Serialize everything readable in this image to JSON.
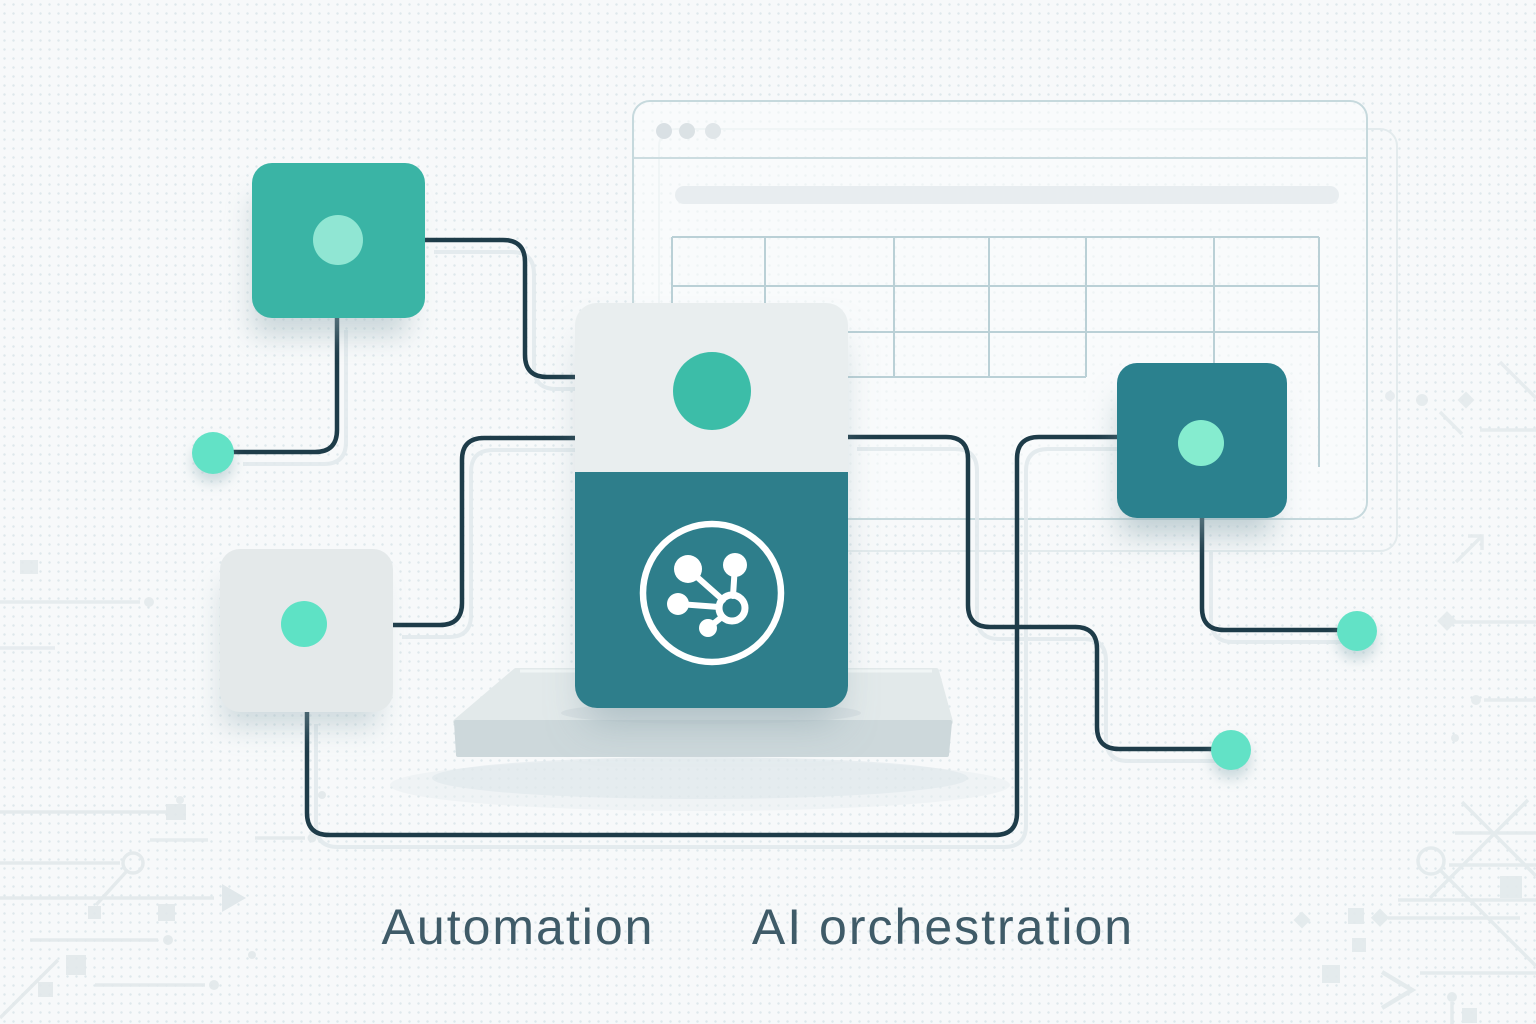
{
  "labels": {
    "automation": "Automation",
    "ai_orchestration": "AI orchestration"
  },
  "palette": {
    "background": "#f7f9fa",
    "teal_green_square": "#3ab4a5",
    "deep_teal": "#2e7e8b",
    "right_square_teal": "#2b818e",
    "gray_square": "#e4e9ea",
    "mint_dot": "#62e2c6",
    "card_top": "#e9eeef",
    "card_circle": "#3cbda8",
    "connector_line": "#1e3c49",
    "browser_border": "#c6d9dd",
    "grid_line": "#bad0d6",
    "caption_text": "#3f5b68"
  },
  "browser_window": {
    "traffic_lights": 3,
    "has_search_bar": true,
    "table": {
      "columns": 6,
      "rows": 3
    }
  },
  "nodes": [
    {
      "id": "node-top-left",
      "shape": "rounded-square",
      "fill": "#3ab4a5",
      "inner_dot": "#90e6d3"
    },
    {
      "id": "node-left",
      "shape": "rounded-square",
      "fill": "#e4e9ea",
      "inner_dot": "#5ee2c5"
    },
    {
      "id": "node-right",
      "shape": "rounded-square",
      "fill": "#2b818e",
      "inner_dot": "#85eccf"
    },
    {
      "id": "hub-card",
      "shape": "card",
      "top_fill": "#e9eeef",
      "bottom_fill": "#2e7e8b",
      "inner_dot": "#3cbda8",
      "icon": "hub-network-icon"
    }
  ],
  "endpoints": [
    {
      "id": "endpoint-left",
      "fill": "#62e2c6"
    },
    {
      "id": "endpoint-right",
      "fill": "#62e2c6"
    },
    {
      "id": "endpoint-mid-right",
      "fill": "#62e2c6"
    }
  ],
  "connectors": [
    {
      "from": "node-top-left",
      "to": "hub-card"
    },
    {
      "from": "node-top-left",
      "to": "endpoint-left"
    },
    {
      "from": "node-left",
      "to": "hub-card"
    },
    {
      "from": "hub-card",
      "to": "endpoint-mid-right"
    },
    {
      "from": "node-right",
      "to": "node-left"
    },
    {
      "from": "node-right",
      "to": "endpoint-right"
    }
  ]
}
